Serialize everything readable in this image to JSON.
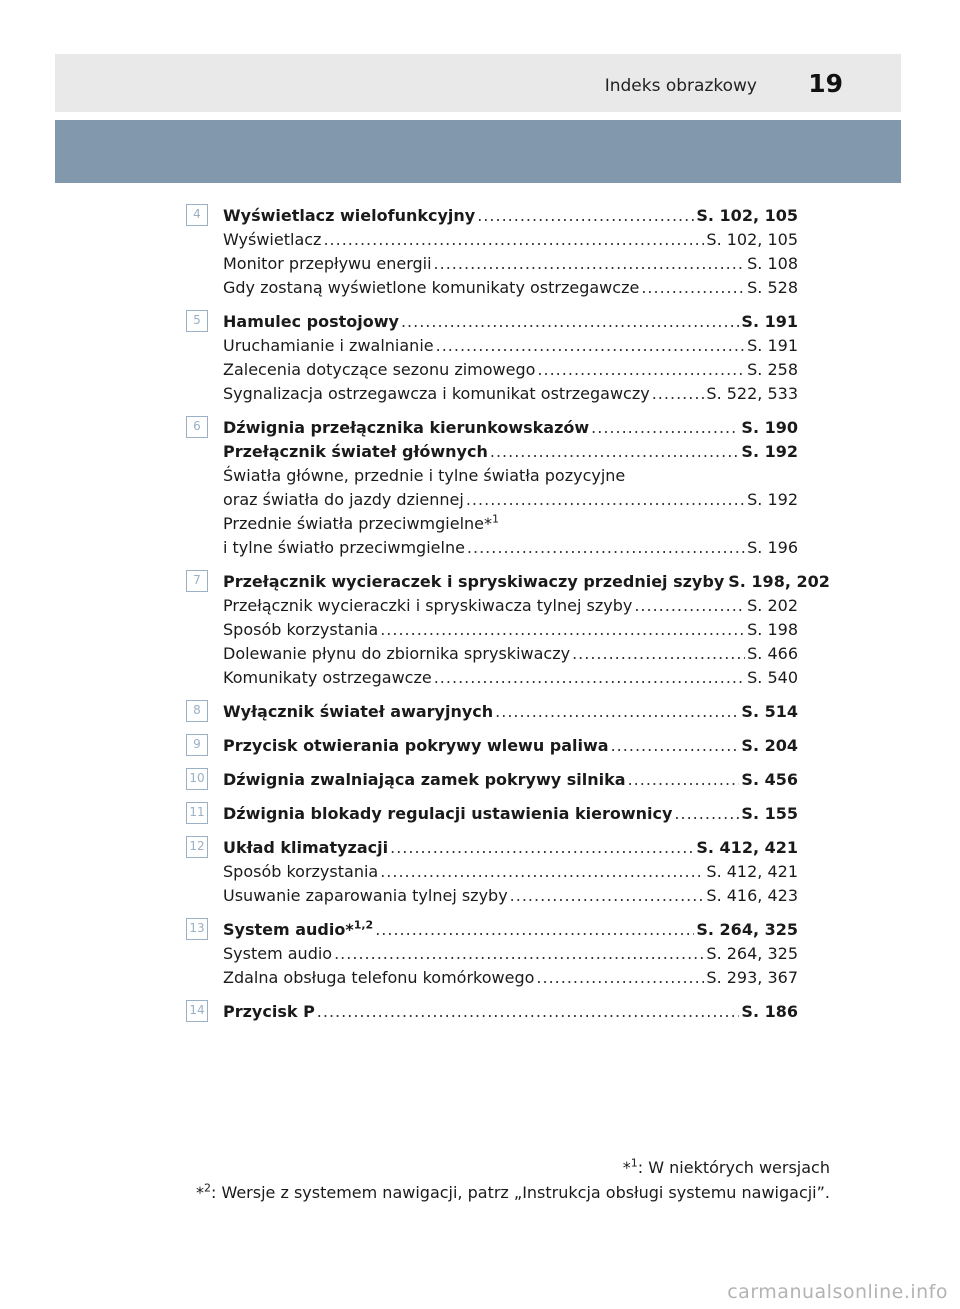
{
  "header": {
    "section": "Indeks obrazkowy",
    "page": "19"
  },
  "entries": [
    {
      "num": "4",
      "lines": [
        {
          "text": "Wyświetlacz wielofunkcyjny",
          "page": "S. 102, 105",
          "main": true
        },
        {
          "text": "Wyświetlacz",
          "page": "S. 102, 105"
        },
        {
          "text": "Monitor przepływu energii",
          "page": "S. 108"
        },
        {
          "text": "Gdy zostaną wyświetlone komunikaty ostrzegawcze",
          "page": "S. 528"
        }
      ]
    },
    {
      "num": "5",
      "lines": [
        {
          "text": "Hamulec postojowy",
          "page": "S. 191",
          "main": true
        },
        {
          "text": "Uruchamianie i zwalnianie",
          "page": "S. 191"
        },
        {
          "text": "Zalecenia dotyczące sezonu zimowego",
          "page": "S. 258"
        },
        {
          "text": "Sygnalizacja ostrzegawcza i komunikat ostrzegawczy",
          "page": "S. 522, 533"
        }
      ]
    },
    {
      "num": "6",
      "lines": [
        {
          "text": "Dźwignia przełącznika kierunkowskazów",
          "page": "S. 190",
          "main": true
        },
        {
          "text": "Przełącznik świateł głównych",
          "page": "S. 192",
          "main": true
        },
        {
          "text": "Światła główne, przednie i tylne światła pozycyjne",
          "plain": true
        },
        {
          "text": "oraz światła do jazdy dziennej",
          "page": "S. 192"
        },
        {
          "text": "Przednie światła przeciwmgielne*",
          "sup": "1",
          "plain": true
        },
        {
          "text": "i tylne światło przeciwmgielne",
          "page": "S. 196"
        }
      ]
    },
    {
      "num": "7",
      "lines": [
        {
          "text": "Przełącznik wycieraczek i spryskiwaczy przedniej szyby",
          "page": "S. 198, 202",
          "main": true
        },
        {
          "text": "Przełącznik wycieraczki i spryskiwacza tylnej szyby",
          "page": "S. 202"
        },
        {
          "text": "Sposób korzystania",
          "page": "S. 198"
        },
        {
          "text": "Dolewanie płynu do zbiornika spryskiwaczy",
          "page": "S. 466"
        },
        {
          "text": "Komunikaty ostrzegawcze",
          "page": "S. 540"
        }
      ]
    },
    {
      "num": "8",
      "lines": [
        {
          "text": "Wyłącznik świateł awaryjnych",
          "page": "S. 514",
          "main": true
        }
      ]
    },
    {
      "num": "9",
      "lines": [
        {
          "text": "Przycisk otwierania pokrywy wlewu paliwa",
          "page": "S. 204",
          "main": true
        }
      ]
    },
    {
      "num": "10",
      "lines": [
        {
          "text": "Dźwignia zwalniająca zamek pokrywy silnika",
          "page": "S. 456",
          "main": true
        }
      ]
    },
    {
      "num": "11",
      "lines": [
        {
          "text": "Dźwignia blokady regulacji ustawienia kierownicy",
          "page": "S. 155",
          "main": true
        }
      ]
    },
    {
      "num": "12",
      "lines": [
        {
          "text": "Układ klimatyzacji",
          "page": "S. 412, 421",
          "main": true
        },
        {
          "text": "Sposób korzystania",
          "page": "S. 412, 421"
        },
        {
          "text": "Usuwanie zaparowania tylnej szyby",
          "page": "S. 416, 423"
        }
      ]
    },
    {
      "num": "13",
      "lines": [
        {
          "text": "System audio*",
          "sup": "1,2",
          "page": "S. 264, 325",
          "main": true
        },
        {
          "text": "System audio",
          "page": "S. 264, 325"
        },
        {
          "text": "Zdalna obsługa telefonu komórkowego",
          "page": "S. 293, 367"
        }
      ]
    },
    {
      "num": "14",
      "lines": [
        {
          "text": "Przycisk P",
          "page": "S. 186",
          "main": true
        }
      ]
    }
  ],
  "footnotes": [
    {
      "mark": "*",
      "sup": "1",
      "text": ": W niektórych wersjach"
    },
    {
      "mark": "*",
      "sup": "2",
      "text": ": Wersje z systemem nawigacji, patrz „Instrukcja obsługi systemu nawigacji”."
    }
  ],
  "watermark": "carmanualsonline.info",
  "colors": {
    "header_band": "#e9e9e9",
    "blue_band": "#8298ad",
    "number_box": "#9ab0c4"
  }
}
